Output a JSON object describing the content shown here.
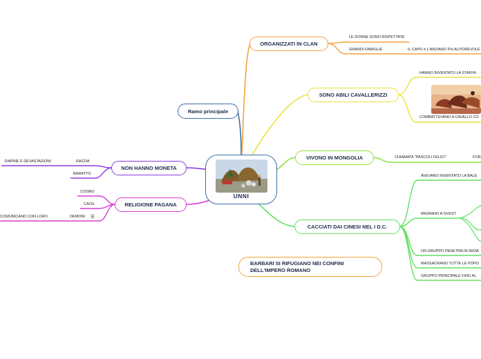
{
  "central": {
    "title": "UNNI"
  },
  "floating": {
    "ramo": "Ramo principale",
    "barbari": "BARBARI SI RIFUGIANO NEI CONFINI DELL'IMPERO ROMANO"
  },
  "branches": {
    "clan": {
      "label": "ORGANIZZATI IN CLAN",
      "color": "#f2a23a",
      "leaves": [
        "LE DONNE SONO RISPETTATE",
        "GRANDI FAMIGLIE",
        "IL CAPO è L'ANZIANO PIù AUTOREVOLE"
      ]
    },
    "cavallerizzi": {
      "label": "SONO ABILI CAVALLERIZZI",
      "color": "#e8e23a",
      "leaves": [
        "HANNO INVENTATO LA STAFFA",
        "COMBATTEVANO A CAVALLO CO"
      ]
    },
    "mongolia": {
      "label": "VIVONO IN MONGOLIA",
      "color": "#8ee23a",
      "leaves": [
        "CHIAMATA \"PASCOLI FELICI\"",
        "FOR"
      ]
    },
    "cinesi": {
      "label": "CACCIATI DAI CINESI NEL I D.C.",
      "color": "#5fe05f",
      "leaves": [
        "AVEVANO INVENTATO LA BALE",
        "MIGRANO A OVEST",
        "UN GRUPPO PENETRA IN INDIA",
        "MASSACRANO TUTTE LE POPO",
        "GRUPPO PRINCIPALE FINO AL"
      ]
    },
    "moneta": {
      "label": "NON HANNO MONETA",
      "color": "#8a3ae0",
      "leaves": [
        "RAZZIA",
        "RAPINE E DEVASTAZIONI",
        "BARATTO"
      ]
    },
    "religione": {
      "label": "RELIGIONE PAGANA",
      "color": "#d83ad8",
      "leaves": [
        "COSMO",
        "CAOS",
        "DEMONI",
        "COMUNICANO CON LORO"
      ],
      "note_icon": "list-icon",
      "note_glyph": "☰"
    }
  }
}
